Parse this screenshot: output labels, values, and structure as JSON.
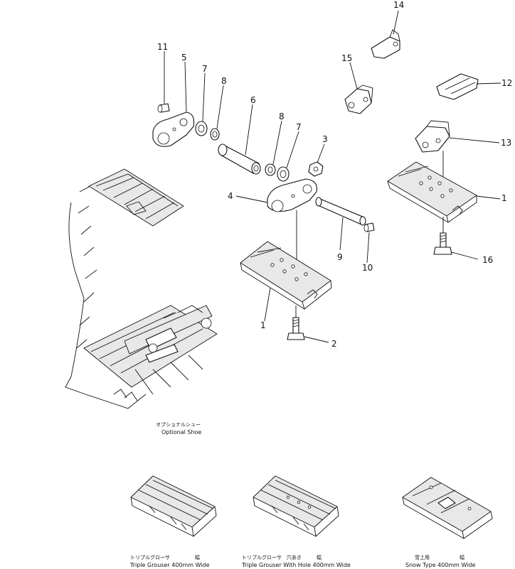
{
  "callouts": {
    "n1": "1",
    "n2": "2",
    "n3": "3",
    "n4": "4",
    "n5": "5",
    "n6": "6",
    "n7": "7",
    "n8": "8",
    "n9": "9",
    "n10": "10",
    "n11": "11",
    "n12": "12",
    "n13": "13",
    "n14": "14",
    "n15": "15",
    "n16": "16"
  },
  "labels": {
    "optional_jp": "オプショナルシュー",
    "optional_en": "Optional Shoe",
    "triple_jp": "トリプルグローサ　　　　　幅",
    "triple_en": "Triple Grouser 400mm Wide",
    "hole_jp": "トリプルグローサ　穴あき　　　幅",
    "hole_en": "Triple Grouser With Hole 400mm Wide",
    "snow_jp": "雪上用　　　　　　幅",
    "snow_en": "Snow Type 400mm Wide"
  }
}
